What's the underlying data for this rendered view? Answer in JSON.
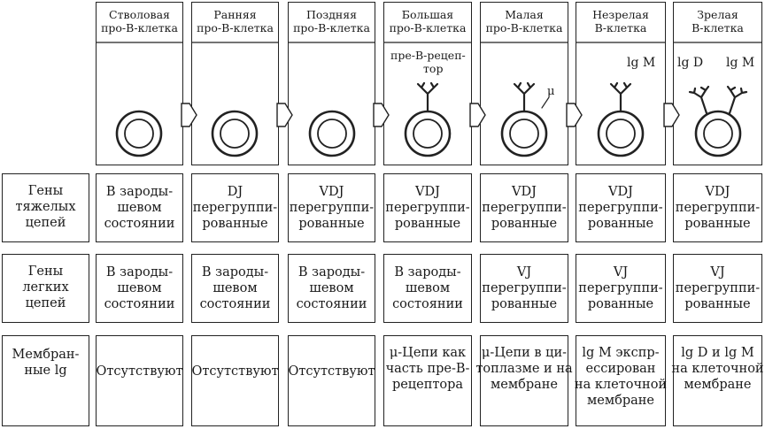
{
  "stages": [
    {
      "line1": "Стволовая",
      "line2": "про-В-клетка"
    },
    {
      "line1": "Ранняя",
      "line2": "про-В-клетка"
    },
    {
      "line1": "Поздняя",
      "line2": "про-В-клетка"
    },
    {
      "line1": "Большая",
      "line2": "про-В-клетка"
    },
    {
      "line1": "Малая",
      "line2": "про-В-клетка"
    },
    {
      "line1": "Незрелая",
      "line2": "В-клетка"
    },
    {
      "line1": "Зрелая",
      "line2": "В-клетка"
    }
  ],
  "annotations": {
    "pre_b_receptor_1": "пре-В-рецеп-",
    "pre_b_receptor_2": "тор",
    "mu": "μ",
    "igm_immature": "lg M",
    "igd_mature": "lg D",
    "igm_mature": "lg M"
  },
  "row_labels": {
    "heavy": [
      "Гены",
      "тяжелых",
      "цепей"
    ],
    "light": [
      "Гены",
      "легких",
      "цепей"
    ],
    "membrane": [
      "Мембран-",
      "ные lg"
    ]
  },
  "heavy_cells": [
    [
      "В зароды-",
      "шевом",
      "состоянии"
    ],
    [
      "DJ",
      "перегруппи-",
      "рованные"
    ],
    [
      "VDJ",
      "перегруппи-",
      "рованные"
    ],
    [
      "VDJ",
      "перегруппи-",
      "рованные"
    ],
    [
      "VDJ",
      "перегруппи-",
      "рованные"
    ],
    [
      "VDJ",
      "перегруппи-",
      "рованные"
    ],
    [
      "VDJ",
      "перегруппи-",
      "рованные"
    ]
  ],
  "light_cells": [
    [
      "В зароды-",
      "шевом",
      "состоянии"
    ],
    [
      "В зароды-",
      "шевом",
      "состоянии"
    ],
    [
      "В зароды-",
      "шевом",
      "состоянии"
    ],
    [
      "В зароды-",
      "шевом",
      "состоянии"
    ],
    [
      "VJ",
      "перегруппи-",
      "рованные"
    ],
    [
      "VJ",
      "перегруппи-",
      "рованные"
    ],
    [
      "VJ",
      "перегруппи-",
      "рованные"
    ]
  ],
  "membrane_cells": [
    [
      "Отсутствуют"
    ],
    [
      "Отсутствуют"
    ],
    [
      "Отсутствуют"
    ],
    [
      "μ-Цепи как",
      "часть пре-В-",
      "рецептора"
    ],
    [
      "μ-Цепи в ци-",
      "топлазме и на",
      "мембране"
    ],
    [
      "lg M экспр-",
      "ессирован",
      "на клеточной",
      "мембране"
    ],
    [
      "lg D и lg M",
      "на клеточной",
      "мембране"
    ]
  ]
}
